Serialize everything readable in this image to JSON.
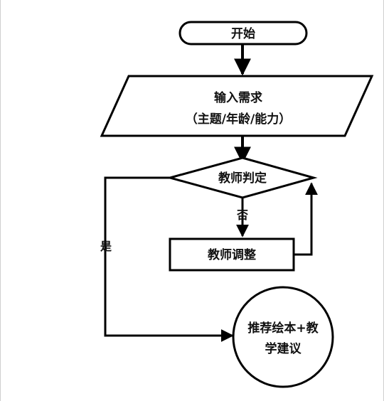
{
  "flowchart": {
    "start": "开始",
    "input_line1": "输入需求",
    "input_line2": "（主题/年龄/能力）",
    "decision": "教师判定",
    "adjust": "教师调整",
    "result_line1": "推荐绘本+教",
    "result_line2": "学建议",
    "edge_no": "否",
    "edge_yes": "是"
  },
  "colors": {
    "stroke": "#000000",
    "fill": "#ffffff",
    "text": "#111111"
  }
}
